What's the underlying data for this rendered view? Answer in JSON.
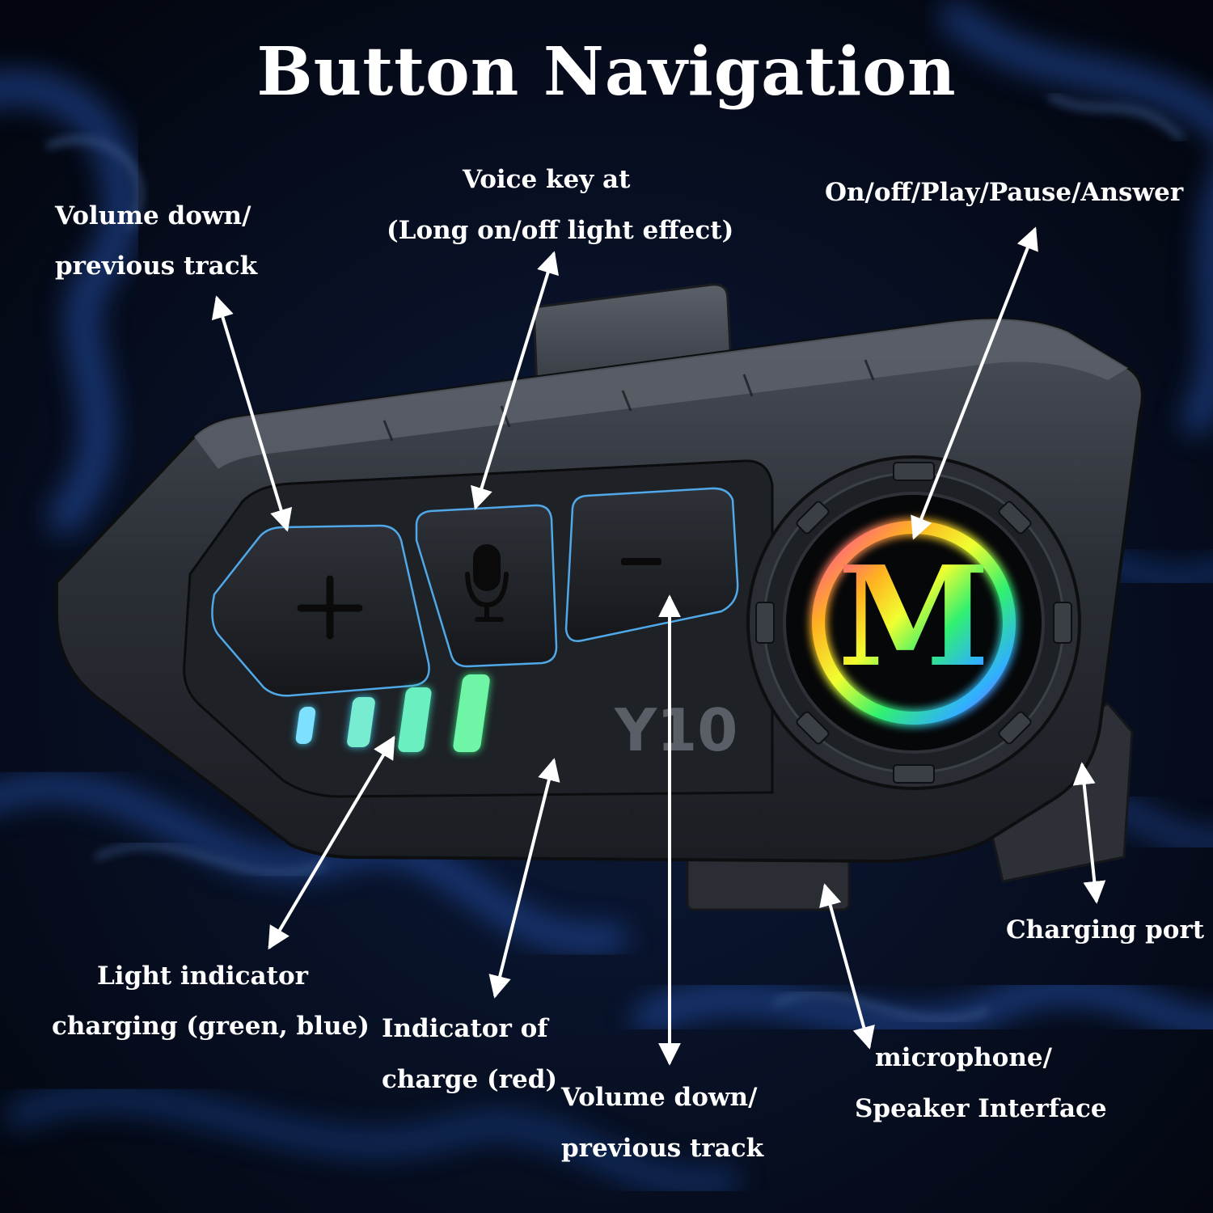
{
  "title": "Button Navigation",
  "device": {
    "model": "Y10",
    "logo_letter": "M",
    "plus_glyph": "+",
    "minus_glyph": "−"
  },
  "labels": {
    "top_left": {
      "line1": "Volume down/",
      "line2": "previous track"
    },
    "voice_key": {
      "line1": "Voice key at",
      "line2": "(Long on/off light effect)"
    },
    "power": {
      "line1": "On/off/Play/Pause/Answer"
    },
    "charging_port": {
      "line1": "Charging port"
    },
    "light_indicator": {
      "line1": "Light indicator",
      "line2": "charging (green, blue)"
    },
    "charge_indicator": {
      "line1": "Indicator of",
      "line2": "charge (red)"
    },
    "bottom_volume": {
      "line1": "Volume down/",
      "line2": "previous track"
    },
    "mic_interface": {
      "line1": "microphone/",
      "line2": "Speaker Interface"
    }
  },
  "colors": {
    "background": "#050a18",
    "smoke": "#1f4fa8",
    "device_body": "#262a31",
    "device_edge": "#3a3f47",
    "led_blue": "#3ec9f0",
    "led_green": "#3cf08a",
    "text": "#ffffff"
  },
  "icons": [
    "plus-icon",
    "microphone-icon",
    "minus-icon",
    "logo-icon"
  ]
}
